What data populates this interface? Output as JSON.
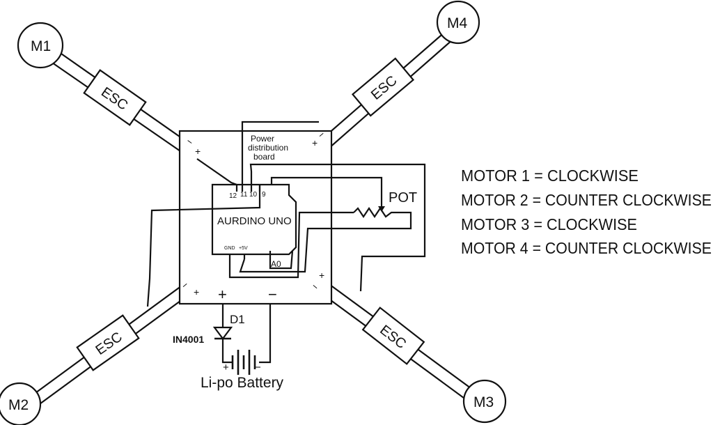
{
  "motors": {
    "m1": "M1",
    "m2": "M2",
    "m3": "M3",
    "m4": "M4"
  },
  "esc_label": "ESC",
  "pdb": {
    "line1": "Power",
    "line2": "distribution",
    "line3": "board",
    "plus": "+",
    "minus": "−"
  },
  "arduino": {
    "name": "AURDINO UNO",
    "pins": {
      "p12": "12",
      "p11": "11",
      "p10": "10",
      "p9": "9",
      "gnd": "GND",
      "v5": "+5V",
      "a0": "A0"
    }
  },
  "pot_label": "POT",
  "diode": {
    "name": "D1",
    "part": "IN4001"
  },
  "battery": {
    "label": "Li-po Battery",
    "plus": "+",
    "minus": "−"
  },
  "esc_terminals": {
    "minus": "−",
    "plus": "+"
  },
  "legend": [
    "MOTOR 1 = CLOCKWISE",
    "MOTOR 2 = COUNTER CLOCKWISE",
    "MOTOR 3 = CLOCKWISE",
    "MOTOR 4 = COUNTER CLOCKWISE"
  ]
}
